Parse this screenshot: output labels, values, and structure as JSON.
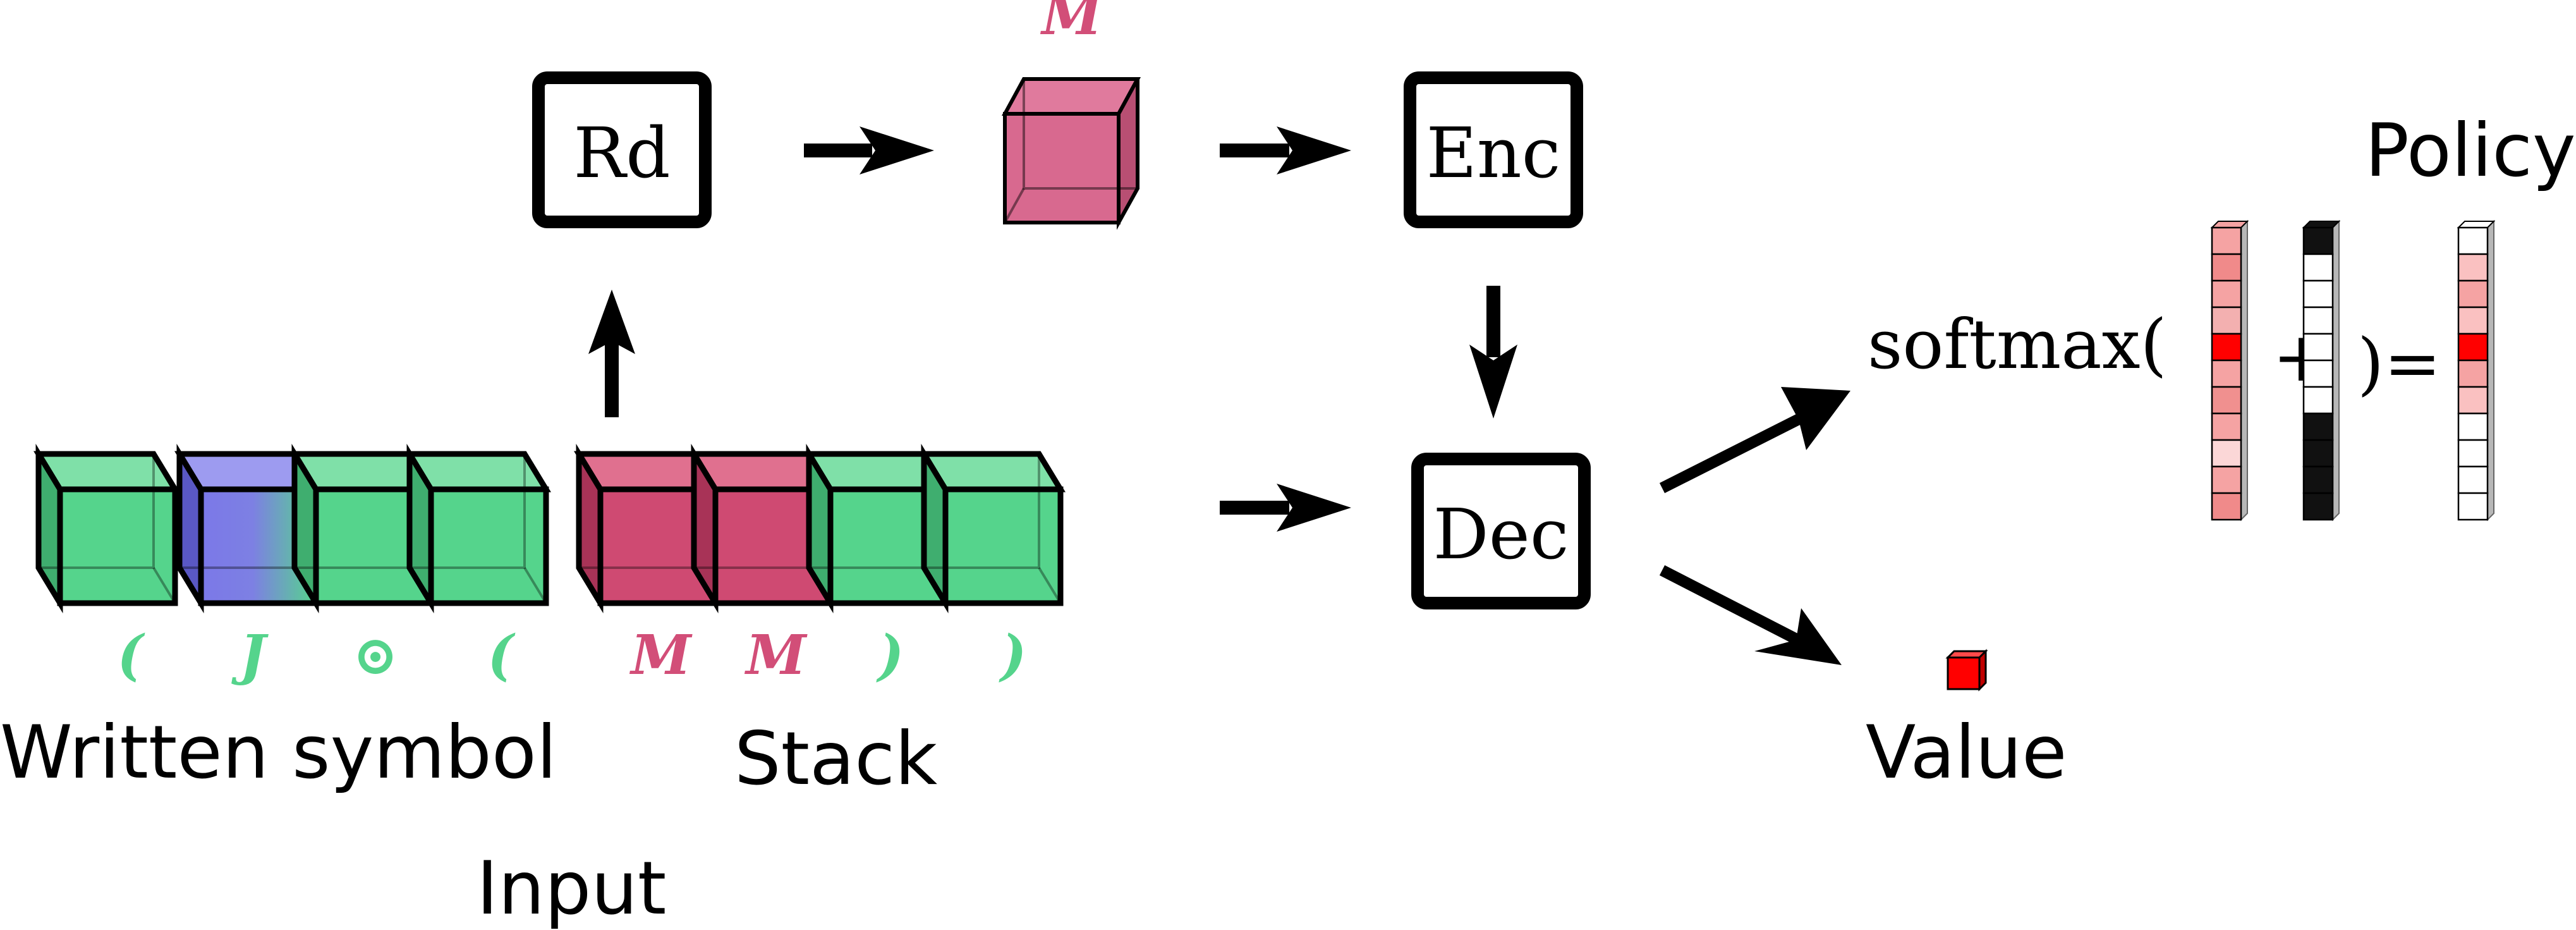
{
  "colors": {
    "green": "#55d48c",
    "green_side": "#3fae6f",
    "green_text": "#55d48c",
    "crimson": "#cf4a72",
    "crimson_side": "#a83357",
    "crimson_text": "#d24e78",
    "memory_pink": "#d8698f",
    "blue_highlight": "#7b78e8",
    "red": "#ff0000",
    "light_red": "#f59a9a",
    "black": "#000000"
  },
  "modules": {
    "read": "Rd",
    "encoder": "Enc",
    "decoder": "Dec"
  },
  "memory_label": "M",
  "written_symbols": [
    "(",
    "J",
    "⊙",
    "("
  ],
  "stack_symbols": [
    "M",
    "M",
    ")",
    ")"
  ],
  "labels": {
    "written_symbol": "Written symbol",
    "stack": "Stack",
    "input": "Input",
    "value": "Value",
    "policy": "Policy",
    "softmax_open": "softmax(",
    "plus": "+",
    "close_equals": ")="
  },
  "policy_vectors": {
    "logits": [
      "#f5a3a3",
      "#f08a8a",
      "#f5a3a3",
      "#f3b0b0",
      "#ff0000",
      "#f5a3a3",
      "#f0908f",
      "#f5a3a3",
      "#fbd7d7",
      "#f5a3a3",
      "#f08a8a"
    ],
    "mask": [
      "#111111",
      "#ffffff",
      "#ffffff",
      "#ffffff",
      "#ffffff",
      "#ffffff",
      "#ffffff",
      "#111111",
      "#111111",
      "#111111",
      "#111111"
    ],
    "policy": [
      "#ffffff",
      "#fac1c1",
      "#f5a3a3",
      "#fac1c1",
      "#ff0000",
      "#f5a3a3",
      "#fac1c1",
      "#ffffff",
      "#ffffff",
      "#ffffff",
      "#ffffff"
    ]
  },
  "value_cube_color": "#ff0000"
}
